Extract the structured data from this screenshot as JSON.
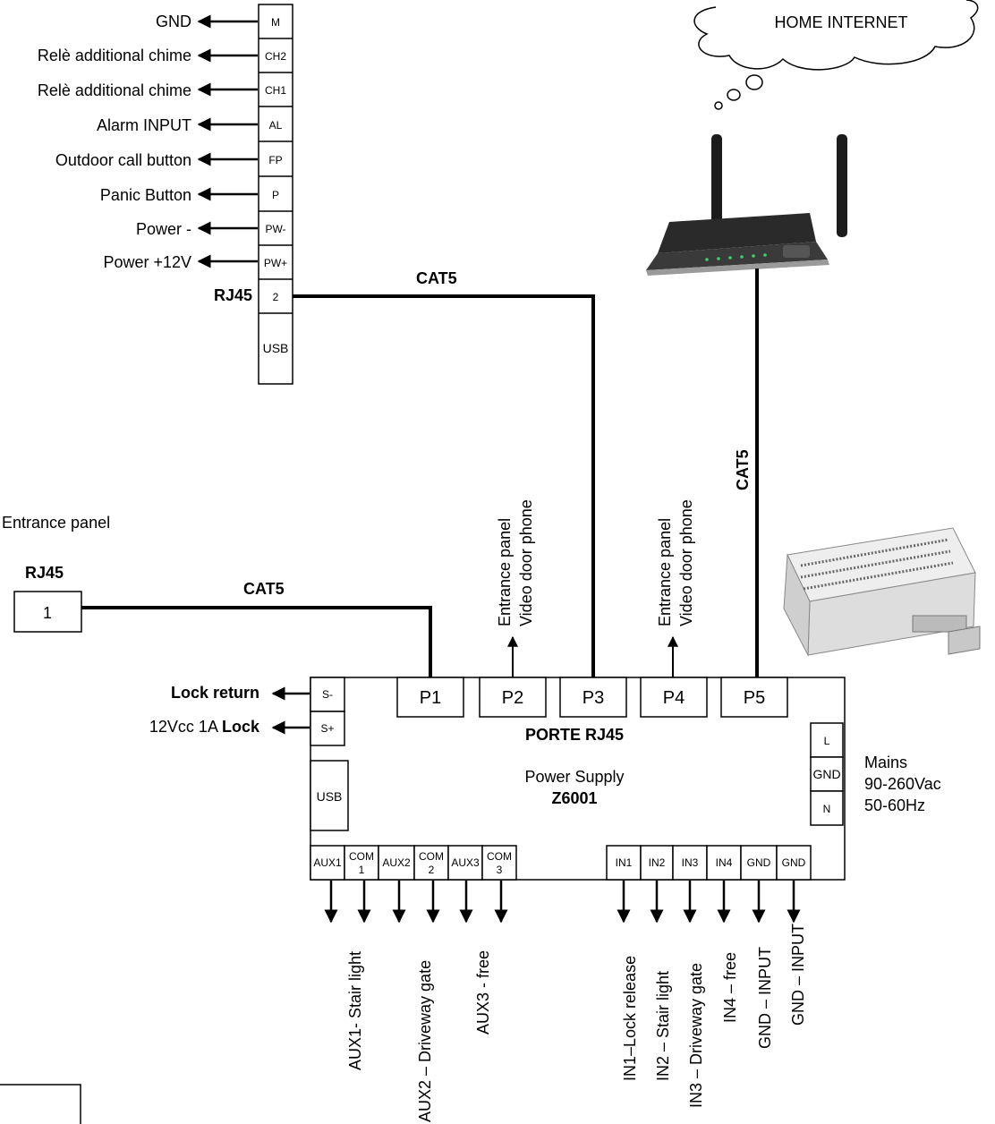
{
  "colors": {
    "wire": "#000000",
    "frame": "#000000",
    "background": "#ffffff",
    "device_body": "#222222",
    "device_light": "#e8e8e8"
  },
  "cloud": {
    "label": "HOME INTERNET"
  },
  "monitor_terminals": {
    "pins": [
      {
        "pin": "M",
        "label": "GND"
      },
      {
        "pin": "CH2",
        "label": "Relè additional chime"
      },
      {
        "pin": "CH1",
        "label": "Relè additional chime"
      },
      {
        "pin": "AL",
        "label": "Alarm INPUT"
      },
      {
        "pin": "FP",
        "label": "Outdoor call button"
      },
      {
        "pin": "P",
        "label": "Panic Button"
      },
      {
        "pin": "PW-",
        "label": "Power -"
      },
      {
        "pin": "PW+",
        "label": "Power +12V"
      }
    ],
    "rj45_pin": "2",
    "rj45_label": "RJ45",
    "usb_label": "USB"
  },
  "cables": {
    "monitor_to_p3": "CAT5",
    "router_to_p5": "CAT5",
    "entrance_to_p1": "CAT5"
  },
  "entrance": {
    "caption": "Entrance panel",
    "rj45_label": "RJ45",
    "port": "1"
  },
  "router": {
    "icon": "wifi-router-icon"
  },
  "din_module": {
    "icon": "din-rail-module-icon"
  },
  "power_supply": {
    "ports": [
      "P1",
      "P2",
      "P3",
      "P4",
      "P5"
    ],
    "ports_caption": "PORTE RJ45",
    "name": "Power Supply",
    "model": "Z6001",
    "lock_pins": [
      "S-",
      "S+"
    ],
    "lock_return_label": "Lock return",
    "lock_prefix": "12Vcc 1A",
    "lock_bold": "Lock",
    "usb_label": "USB",
    "mains_pins": [
      "L",
      "GND",
      "N"
    ],
    "mains_lines": [
      "Mains",
      "90-260Vac",
      "50-60Hz"
    ]
  },
  "branch_labels": {
    "p2": [
      "Entrance panel",
      "Video door phone"
    ],
    "p4": [
      "Entrance panel",
      "Video door phone"
    ]
  },
  "aux_terminals": [
    {
      "lines": [
        "AUX1"
      ],
      "output": "AUX1- Stair light"
    },
    {
      "lines": [
        "COM",
        "1"
      ],
      "output": ""
    },
    {
      "lines": [
        "AUX2"
      ],
      "output": "AUX2 – Driveway gate"
    },
    {
      "lines": [
        "COM",
        "2"
      ],
      "output": ""
    },
    {
      "lines": [
        "AUX3"
      ],
      "output": "AUX3 - free"
    },
    {
      "lines": [
        "COM",
        "3"
      ],
      "output": ""
    }
  ],
  "input_terminals": [
    {
      "pin": "IN1",
      "output": "IN1–Lock release"
    },
    {
      "pin": "IN2",
      "output": "IN2 – Stair light"
    },
    {
      "pin": "IN3",
      "output": "IN3 – Driveway gate"
    },
    {
      "pin": "IN4",
      "output": "IN4 – free"
    },
    {
      "pin": "GND",
      "output": "GND – INPUT"
    },
    {
      "pin": "GND",
      "output": "GND – INPUT"
    }
  ]
}
